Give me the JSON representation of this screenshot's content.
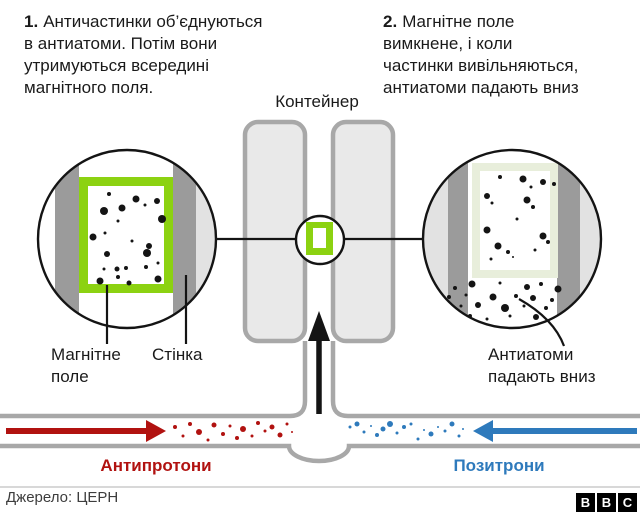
{
  "steps": [
    {
      "num": "1.",
      "text": "Античастинки об’єднуються\nв антиатоми. Потім вони\nутримуються всередині\nмагнітного поля."
    },
    {
      "num": "2.",
      "text": "Магнітне поле\nвимкнене, і коли\nчастинки вивільняються,\nантиатоми падають вниз"
    }
  ],
  "labels": {
    "container": "Контейнер",
    "magnetic_field": "Магнітне\nполе",
    "wall": "Стінка",
    "antiatoms_fall": "Антиатоми\nпадають вниз",
    "antiprotons": "Антипротони",
    "positrons": "Позитрони"
  },
  "footer": {
    "source": "Джерело: ЦЕРН",
    "logo_letters": [
      "B",
      "B",
      "C"
    ]
  },
  "colors": {
    "accent_green": "#8cd211",
    "pale_green": "#e8eedb",
    "container_fill": "#e9e9e9",
    "pipe_gray": "#a8a8a8",
    "wall_dark": "#9b9b9b",
    "wall_light": "#e2e2e2",
    "ink": "#141414",
    "text": "#1a1a1a",
    "muted": "#3d3d3d",
    "divider": "#cbcbcb",
    "antiproton_red": "#b11210",
    "positron_blue": "#2e7abc",
    "particle_black": "#141414"
  },
  "figures": {
    "left_magnifier": {
      "dots": [
        [
          109,
          194,
          2
        ],
        [
          136,
          199,
          3.5
        ],
        [
          157,
          201,
          3
        ],
        [
          145,
          205,
          1.5
        ],
        [
          104,
          211,
          4
        ],
        [
          122,
          208,
          3.5
        ],
        [
          118,
          221,
          1.5
        ],
        [
          162,
          219,
          4
        ],
        [
          105,
          233,
          1.5
        ],
        [
          93,
          237,
          3.5
        ],
        [
          132,
          241,
          1.5
        ],
        [
          149,
          246,
          3
        ],
        [
          147,
          253,
          4
        ],
        [
          107,
          254,
          3
        ],
        [
          158,
          263,
          1.5
        ],
        [
          146,
          267,
          2
        ],
        [
          104,
          269,
          1.5
        ],
        [
          117,
          269,
          2.5
        ],
        [
          126,
          268,
          2
        ],
        [
          118,
          277,
          2
        ],
        [
          100,
          281,
          3.5
        ],
        [
          129,
          283,
          2.5
        ],
        [
          158,
          279,
          3.5
        ]
      ]
    },
    "right_magnifier": {
      "trapped_dots": [
        [
          500,
          177,
          2
        ],
        [
          523,
          179,
          3.5
        ],
        [
          543,
          182,
          3
        ],
        [
          554,
          184,
          2
        ],
        [
          531,
          187,
          1.5
        ],
        [
          487,
          196,
          3
        ],
        [
          492,
          203,
          1.5
        ],
        [
          527,
          200,
          3.5
        ],
        [
          533,
          207,
          2
        ],
        [
          517,
          219,
          1.5
        ],
        [
          487,
          230,
          3.5
        ],
        [
          543,
          236,
          3.5
        ],
        [
          548,
          242,
          2
        ],
        [
          498,
          246,
          3.5
        ],
        [
          508,
          252,
          2
        ],
        [
          535,
          250,
          1.5
        ],
        [
          491,
          259,
          1.5
        ],
        [
          513,
          257,
          1
        ]
      ],
      "fallen_dots": [
        [
          472,
          284,
          3.5
        ],
        [
          455,
          288,
          2
        ],
        [
          500,
          283,
          1.5
        ],
        [
          527,
          287,
          3
        ],
        [
          541,
          284,
          2
        ],
        [
          558,
          289,
          3.5
        ],
        [
          449,
          297,
          2
        ],
        [
          466,
          295,
          1.5
        ],
        [
          493,
          297,
          3.5
        ],
        [
          516,
          296,
          2
        ],
        [
          533,
          298,
          3
        ],
        [
          552,
          300,
          2
        ],
        [
          461,
          306,
          1.5
        ],
        [
          478,
          305,
          3
        ],
        [
          505,
          308,
          4
        ],
        [
          524,
          306,
          1.5
        ],
        [
          546,
          308,
          2
        ],
        [
          470,
          316,
          2
        ],
        [
          487,
          319,
          1.5
        ],
        [
          510,
          316,
          1.5
        ],
        [
          536,
          317,
          3
        ],
        [
          481,
          326,
          2
        ],
        [
          500,
          328,
          1.5
        ],
        [
          457,
          322,
          1.5
        ]
      ]
    },
    "beams": {
      "antiproton_dots": [
        [
          175,
          427,
          2
        ],
        [
          183,
          436,
          1.5
        ],
        [
          190,
          424,
          2
        ],
        [
          199,
          432,
          3
        ],
        [
          208,
          440,
          1.5
        ],
        [
          214,
          425,
          2.5
        ],
        [
          223,
          434,
          2
        ],
        [
          230,
          426,
          1.5
        ],
        [
          237,
          438,
          2
        ],
        [
          243,
          429,
          3
        ],
        [
          252,
          436,
          1.5
        ],
        [
          258,
          423,
          2
        ],
        [
          265,
          431,
          1.5
        ],
        [
          272,
          427,
          2.5
        ],
        [
          280,
          435,
          2.5
        ],
        [
          287,
          424,
          1.5
        ],
        [
          292,
          432,
          1
        ]
      ],
      "positron_dots": [
        [
          350,
          427,
          1.5
        ],
        [
          357,
          424,
          2.5
        ],
        [
          364,
          432,
          1.5
        ],
        [
          371,
          426,
          1
        ],
        [
          377,
          435,
          2
        ],
        [
          383,
          429,
          2.5
        ],
        [
          390,
          424,
          3
        ],
        [
          397,
          433,
          1.5
        ],
        [
          404,
          427,
          2
        ],
        [
          411,
          424,
          1.5
        ],
        [
          418,
          439,
          1.5
        ],
        [
          424,
          430,
          1
        ],
        [
          431,
          434,
          2.5
        ],
        [
          438,
          427,
          1
        ],
        [
          445,
          431,
          1.5
        ],
        [
          452,
          424,
          2.5
        ],
        [
          459,
          436,
          1.5
        ],
        [
          463,
          429,
          1
        ]
      ]
    }
  }
}
